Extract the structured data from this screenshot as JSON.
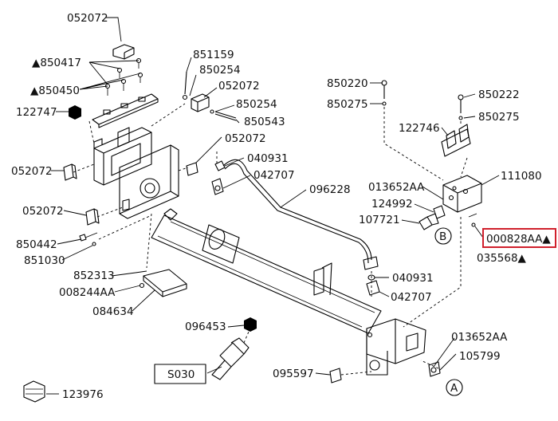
{
  "labels": {
    "l052072a": "052072",
    "l850417": "▲850417",
    "l850450": "▲850450",
    "l122747": "122747",
    "l052072b": "052072",
    "l052072c": "052072",
    "l850442": "850442",
    "l851030": "851030",
    "l852313": "852313",
    "l008244": "008244AA",
    "l084634": "084634",
    "l096453": "096453",
    "s030": "S030",
    "l123976": "123976",
    "l851159": "851159",
    "l850254a": "850254",
    "l052072d": "052072",
    "l850254b": "850254",
    "l850543": "850543",
    "l052072e": "052072",
    "l040931a": "040931",
    "l042707a": "042707",
    "l096228": "096228",
    "l850220": "850220",
    "l850275a": "850275",
    "l850222": "850222",
    "l850275b": "850275",
    "l122746": "122746",
    "l111080": "111080",
    "l013652a": "013652AA",
    "l124992": "124992",
    "l107721": "107721",
    "l000828": "000828AA▲",
    "l035568": "035568▲",
    "l040931b": "040931",
    "l042707b": "042707",
    "l013652b": "013652AA",
    "l105799": "105799",
    "l095597": "095597",
    "markB": "B",
    "markA": "A"
  },
  "highlight_color": "#d0202c"
}
